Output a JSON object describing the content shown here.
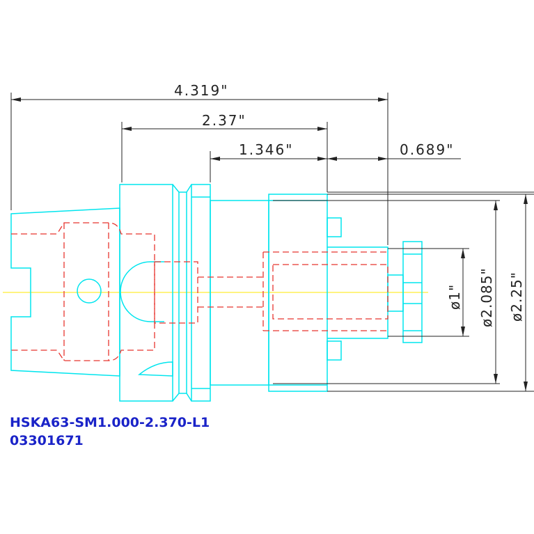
{
  "dimensions": {
    "overall_length": "4.319\"",
    "shank_length": "2.37\"",
    "nose_length": "1.346\"",
    "projection_length": "0.689\"",
    "bore_diameter": "ø1\"",
    "body_diameter": "ø2.085\"",
    "flange_diameter": "ø2.25\""
  },
  "caption": {
    "part_name": "HSKA63-SM1.000-2.370-L1",
    "part_number": "03301671"
  },
  "colors": {
    "outline": "#00e5ee",
    "hidden_lines": "#e8352f",
    "centerline": "#ffea00",
    "dimension_lines": "#222222",
    "caption_text": "#1a23c8"
  }
}
